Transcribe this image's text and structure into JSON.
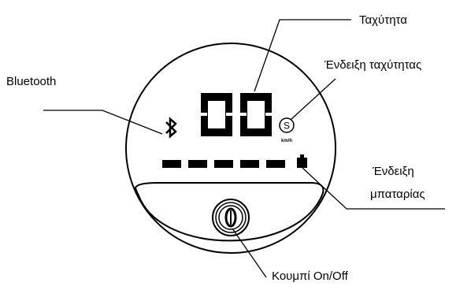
{
  "labels": {
    "speed": "Ταχύτητα",
    "speed_indicator": "Ένδειξη ταχύτητας",
    "bluetooth": "Bluetooth",
    "battery_line1": "Ένδειξη",
    "battery_line2": "μπαταρίας",
    "power_button": "Κουμπί On/Off"
  },
  "display": {
    "speed_value": "00",
    "speed_mode_symbol": "S",
    "unit": "km/h",
    "battery_bars": 5
  },
  "icons": {
    "bluetooth": "bluetooth-icon",
    "power": "power-button-icon",
    "battery": "battery-icon",
    "speed_mode": "speed-mode-icon"
  },
  "colors": {
    "stroke": "#000000",
    "background": "#ffffff"
  }
}
